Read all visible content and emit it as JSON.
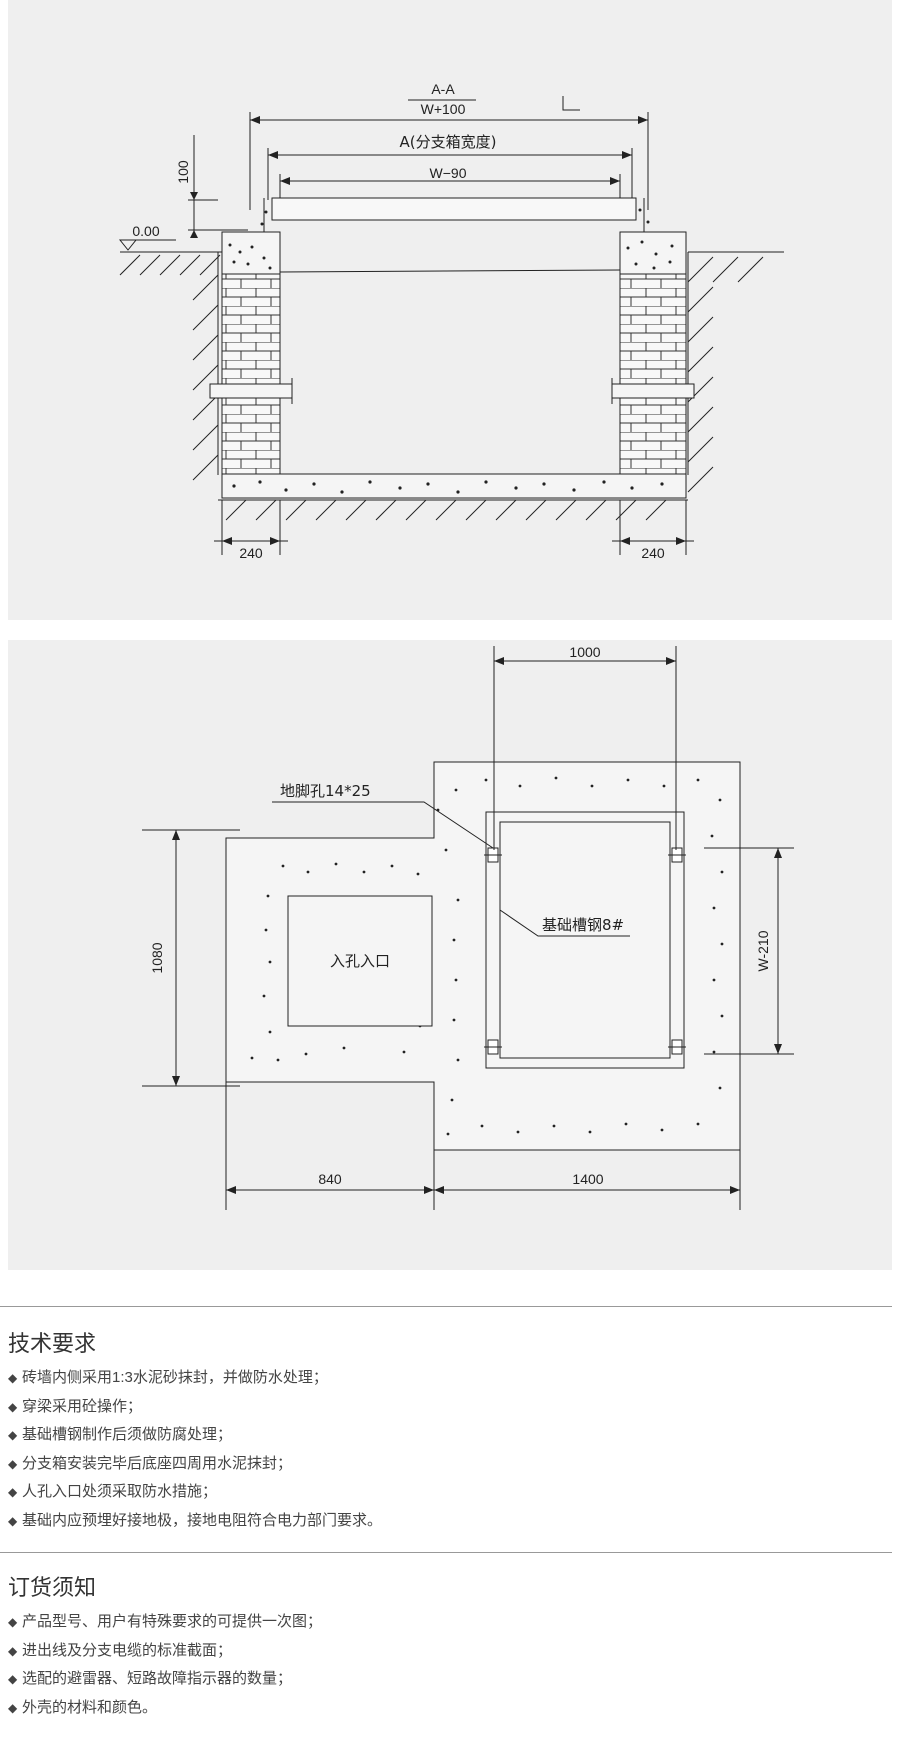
{
  "section_view": {
    "title": "A-A",
    "dim_top": "W+100",
    "dim_width": "A(分支箱宽度)",
    "dim_inner": "W−90",
    "dim_height": "100",
    "level_mark": "0.00",
    "dim_left_wall": "240",
    "dim_right_wall": "240"
  },
  "plan_view": {
    "dim_top": "1000",
    "anchor_hole": "地脚孔14*25",
    "channel_steel": "基础槽钢8#",
    "manhole": "入孔入口",
    "dim_left_height": "1080",
    "dim_right_height": "W-210",
    "dim_bottom_left": "840",
    "dim_bottom_right": "1400"
  },
  "tech_requirements": {
    "title": "技术要求",
    "items": [
      "砖墙内侧采用1:3水泥砂抹封，并做防水处理；",
      "穿梁采用砼操作；",
      "基础槽钢制作后须做防腐处理；",
      "分支箱安装完毕后底座四周用水泥抹封；",
      "人孔入口处须采取防水措施；",
      "基础内应预埋好接地极，接地电阻符合电力部门要求。"
    ]
  },
  "order_notes": {
    "title": "订货须知",
    "items": [
      "产品型号、用户有特殊要求的可提供一次图；",
      "进出线及分支电缆的标准截面；",
      "选配的避雷器、短路故障指示器的数量；",
      "外壳的材料和颜色。"
    ]
  },
  "bullet_symbol": "◆",
  "colors": {
    "panel_bg": "#efefef",
    "line": "#222222",
    "divider": "#999999"
  }
}
